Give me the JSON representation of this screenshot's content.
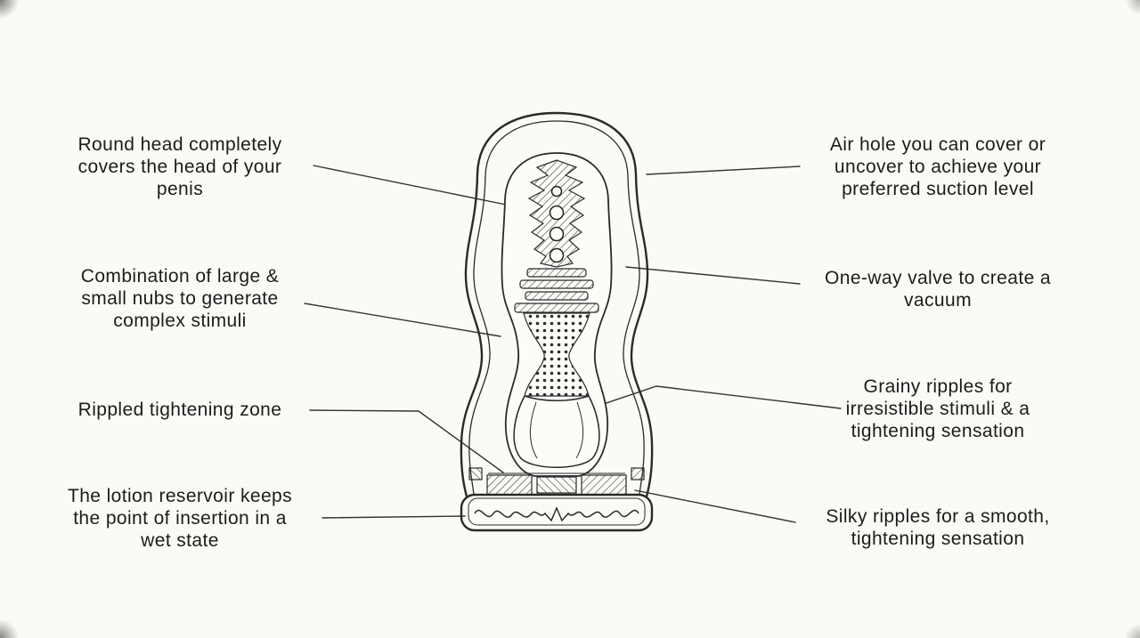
{
  "page": {
    "background_color": "#fbfaf6",
    "ink_color": "#1c1c1c",
    "line_color": "#2a2a2a"
  },
  "diagram": {
    "subject": "cutaway-illustration-of-cup-device"
  },
  "labels": {
    "left": [
      {
        "id": "round-head",
        "text": "Round head completely\ncovers the head of your\npenis"
      },
      {
        "id": "nubs",
        "text": "Combination of large &\nsmall nubs to generate\ncomplex stimuli"
      },
      {
        "id": "rippled-zone",
        "text": "Rippled tightening zone"
      },
      {
        "id": "lotion-reservoir",
        "text": "The lotion reservoir keeps\nthe point of insertion in a\nwet state"
      }
    ],
    "right": [
      {
        "id": "air-hole",
        "text": "Air hole you can cover or\nuncover to achieve your\npreferred suction level"
      },
      {
        "id": "one-way-valve",
        "text": "One-way valve to create a\nvacuum"
      },
      {
        "id": "grainy-ripples",
        "text": "Grainy ripples for\nirresistible stimuli & a\ntightening sensation"
      },
      {
        "id": "silky-ripples",
        "text": "Silky ripples for a smooth,\ntightening sensation"
      }
    ]
  }
}
